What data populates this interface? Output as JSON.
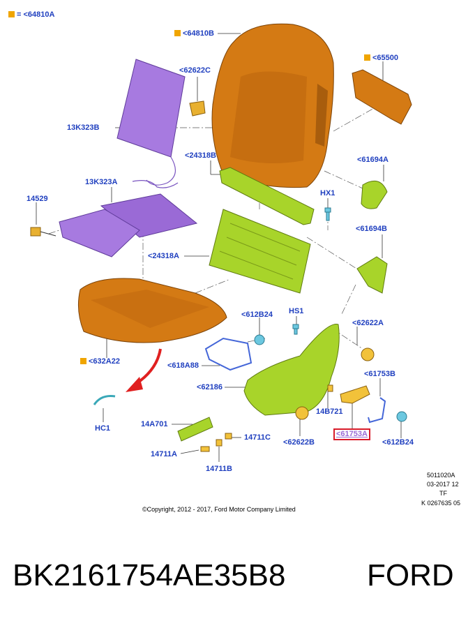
{
  "legend": {
    "text": "= <64810A"
  },
  "colors": {
    "orange": "#d47a14",
    "purple": "#a77ae0",
    "green": "#a8d42a",
    "blue": "#4466d8",
    "yellow": "#f2c23a",
    "label": "#1f3fbf",
    "highlight": "#d81b2a"
  },
  "labels": {
    "l64810B": "<64810B",
    "l62622C": "<62622C",
    "l65500": "<65500",
    "l13K323B": "13K323B",
    "l24318B": "<24318B",
    "l61694A": "<61694A",
    "l13K323A": "13K323A",
    "lHX1": "HX1",
    "l14529": "14529",
    "l61694B": "<61694B",
    "l24318A": "<24318A",
    "l612B24a": "<612B24",
    "lHS1": "HS1",
    "l62622A": "<62622A",
    "l632A22": "<632A22",
    "l618A88": "<618A88",
    "l61753B": "<61753B",
    "l62186": "<62186",
    "lHC1": "HC1",
    "l14B721": "14B721",
    "l61753A": "<61753A",
    "l14A701": "14A701",
    "l14711C": "14711C",
    "l62622B": "<62622B",
    "l612B24b": "<612B24",
    "l14711A": "14711A",
    "l14711B": "14711B"
  },
  "meta": {
    "code": "5011020A",
    "date": "03-2017 12",
    "tf": "TF",
    "k": "K 0267635 05",
    "copyright": "©Copyright, 2012 - 2017, Ford Motor Company Limited"
  },
  "footer": {
    "part_number": "BK2161754AE35B8",
    "brand": "FORD"
  }
}
